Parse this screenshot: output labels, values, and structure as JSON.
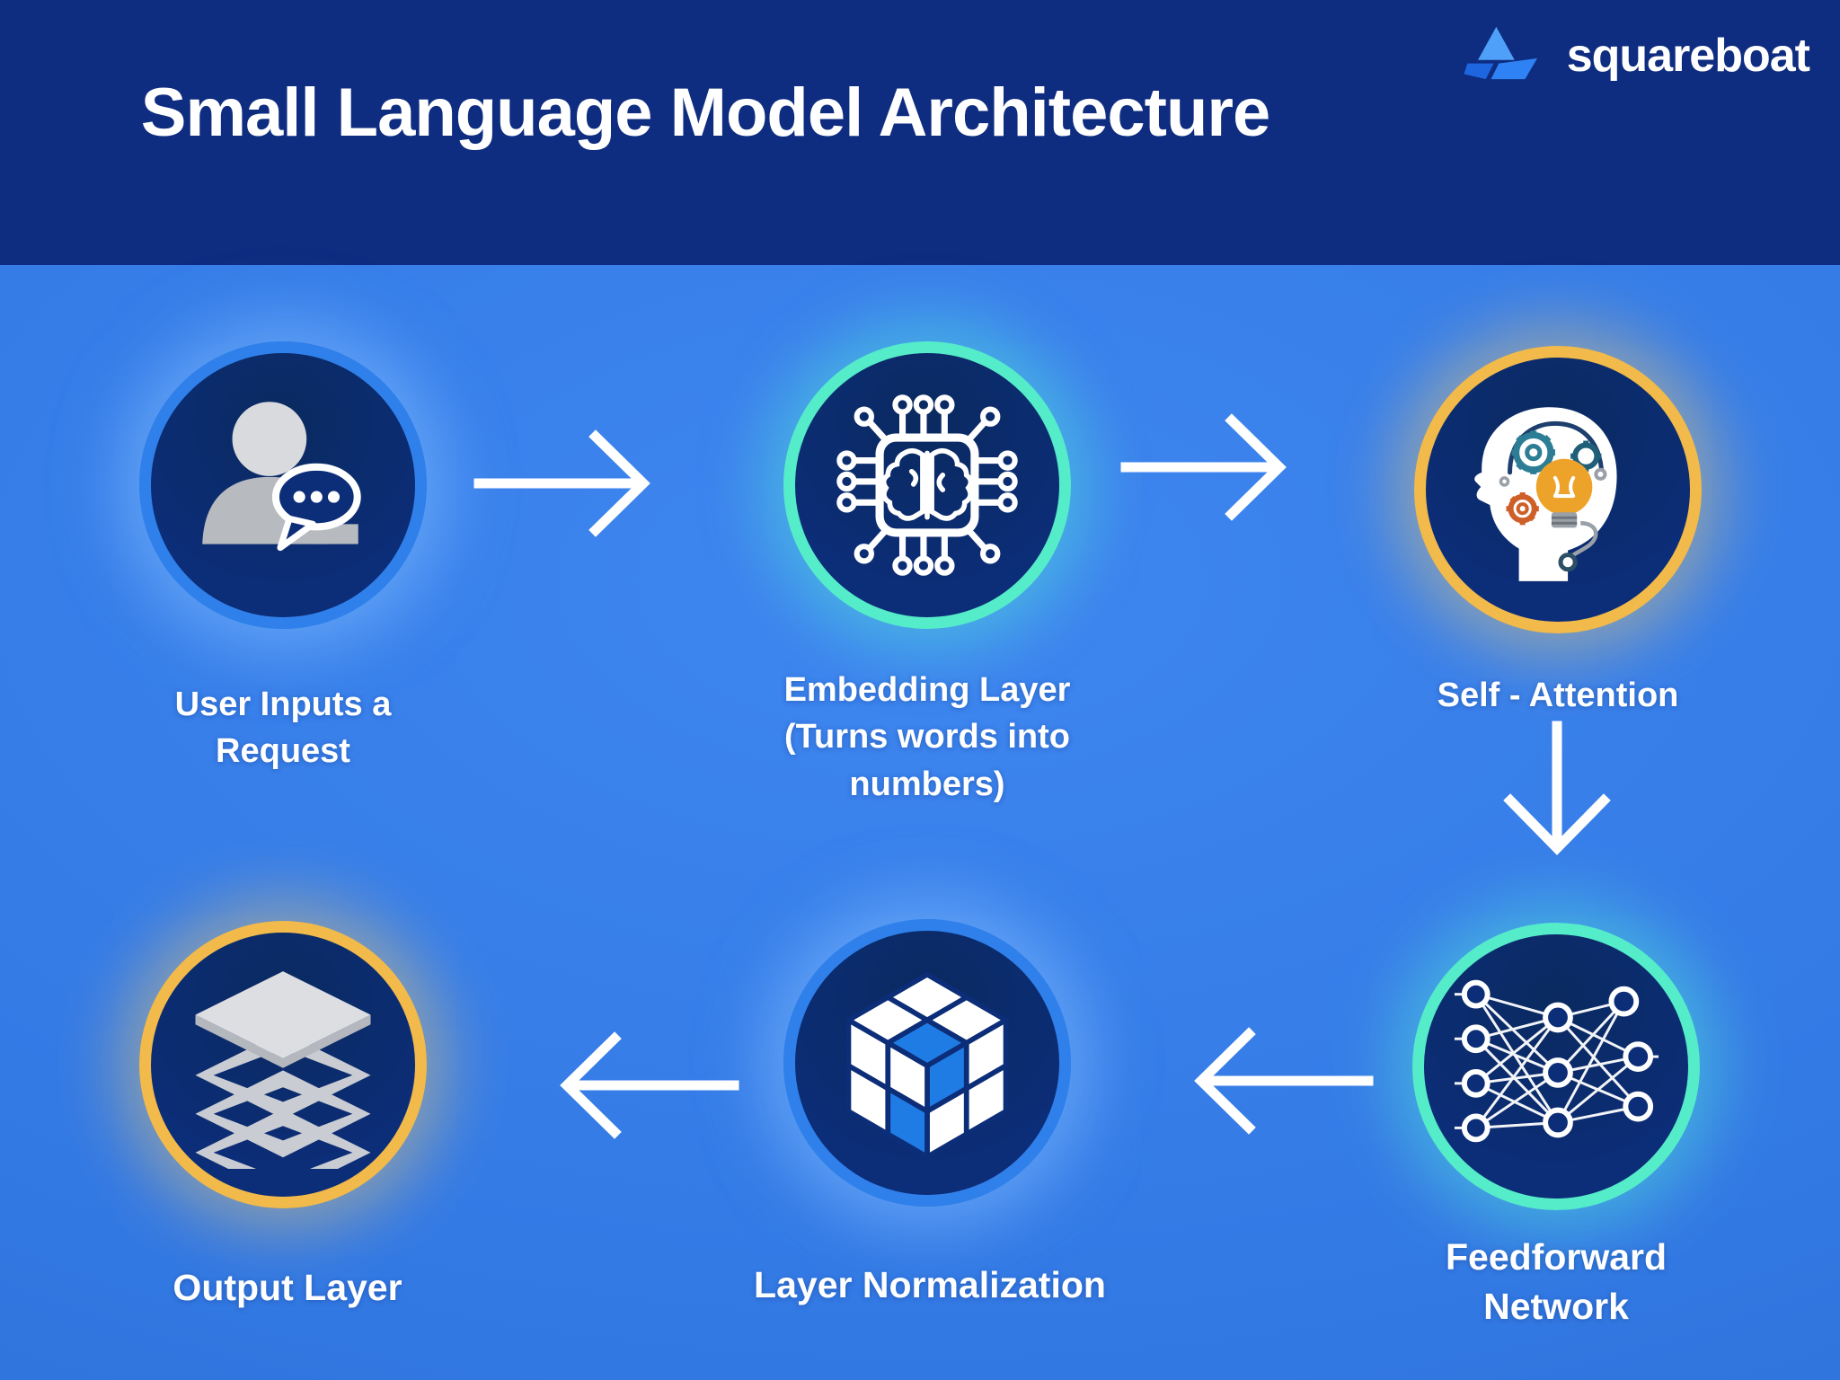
{
  "brand": {
    "name": "squareboat"
  },
  "title": "Small Language Model Architecture",
  "nodes": [
    {
      "id": "user-input",
      "label": "User Inputs a\nRequest",
      "icon": "user-chat-icon",
      "ring": "blue"
    },
    {
      "id": "embedding",
      "label": "Embedding Layer\n(Turns words into\nnumbers)",
      "icon": "brain-chip-icon",
      "ring": "teal"
    },
    {
      "id": "self-attention",
      "label": "Self - Attention",
      "icon": "head-gears-icon",
      "ring": "gold"
    },
    {
      "id": "feedforward",
      "label": "Feedforward\nNetwork",
      "icon": "neural-network-icon",
      "ring": "teal"
    },
    {
      "id": "layer-norm",
      "label": "Layer Normalization",
      "icon": "cube-icon",
      "ring": "blue"
    },
    {
      "id": "output",
      "label": "Output Layer",
      "icon": "layers-icon",
      "ring": "gold"
    }
  ],
  "arrows": [
    {
      "from": "user-input",
      "to": "embedding",
      "direction": "right"
    },
    {
      "from": "embedding",
      "to": "self-attention",
      "direction": "right"
    },
    {
      "from": "self-attention",
      "to": "feedforward",
      "direction": "down"
    },
    {
      "from": "feedforward",
      "to": "layer-norm",
      "direction": "left"
    },
    {
      "from": "layer-norm",
      "to": "output",
      "direction": "left"
    }
  ],
  "colors": {
    "header-navy": "#0e2c80",
    "body-blue-light": "#3e86f0",
    "body-blue": "#3379e4",
    "body-blue-dark": "#2a6cce",
    "node-navy": "#0c2d78",
    "node-navy-deep": "#0a2a60",
    "ring-blue": "#2f80ea",
    "ring-teal": "#55ecc9",
    "ring-gold": "#f1ba4a",
    "accent-orange": "#eda32a",
    "gear-teal": "#2d7d95",
    "gear-orange": "#cf5f28",
    "cube-blue": "#1f7ce4",
    "icon-gray": "#c9ccd3"
  }
}
